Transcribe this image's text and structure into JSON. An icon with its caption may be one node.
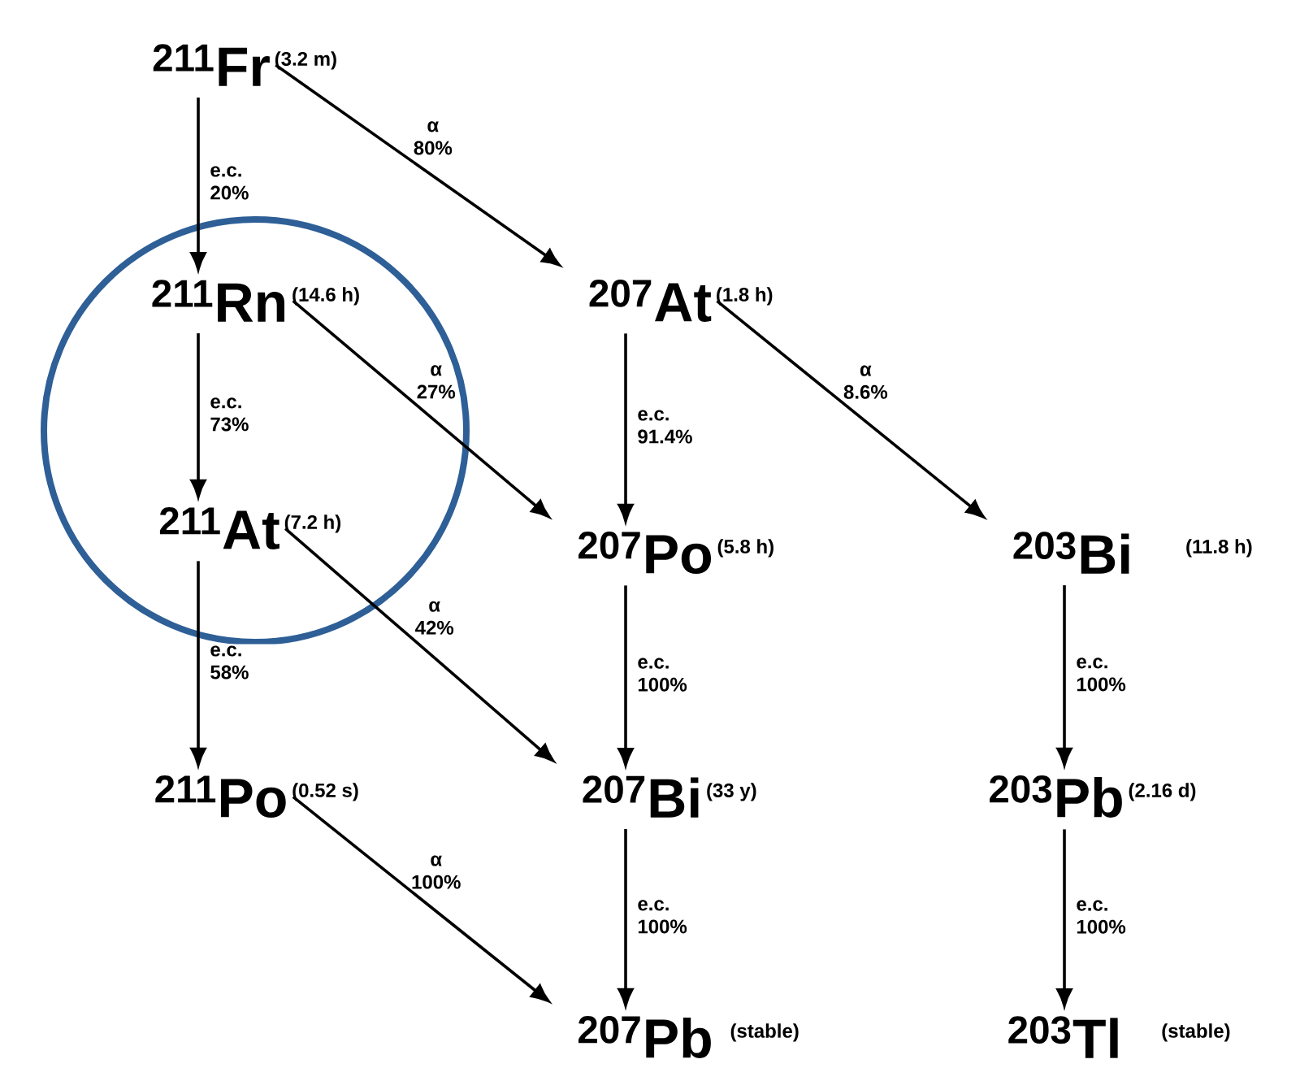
{
  "diagram": {
    "nodes": [
      {
        "text": [
          "$^{211}$Fr"
        ],
        "beside": [
          "(3.2 m)"
        ]
      },
      {
        "text": [
          "$^{211}$Rn"
        ],
        "beside": [
          "(14.6 h)"
        ]
      },
      {
        "text": [
          "$^{207}$At"
        ],
        "beside": [
          "(1.8 h)"
        ]
      },
      {
        "text": [
          "$^{211}$At"
        ],
        "beside": [
          "(7.2 h)"
        ]
      },
      {
        "text": [
          "$^{207}$Po"
        ],
        "beside": [
          "(5.8 h)"
        ]
      },
      {
        "text": [
          "$^{203}$Bi"
        ],
        "beside": [
          "(11.8 h)"
        ]
      },
      {
        "text": [
          "$^{211}$Po"
        ],
        "beside": [
          "(0.52 s)"
        ]
      },
      {
        "text": [
          "$^{207}$Bi"
        ],
        "beside": [
          "(33 y)"
        ]
      },
      {
        "text": [
          "$^{203}$Pb"
        ],
        "beside": [
          "(2.16 d)"
        ]
      },
      {
        "text": [
          "$^{207}$Pb"
        ],
        "beside": [
          "(stable)"
        ]
      },
      {
        "text": [
          "$^{203}$Tl"
        ],
        "beside": [
          "(stable)"
        ]
      }
    ],
    "edges": [
      {
        "from": 0,
        "to": 1,
        "arrow": "to",
        "label": "e.c. 20%"
      },
      {
        "from": 0,
        "to": 2,
        "arrow": "to",
        "label": "α 80%"
      },
      {
        "from": 1,
        "to": 3,
        "arrow": "to",
        "label": "e.c. 73%"
      },
      {
        "from": 1,
        "to": 4,
        "arrow": "to",
        "label": "α 27%"
      },
      {
        "from": 2,
        "to": 4,
        "arrow": "to",
        "label": "e.c. 91.4%"
      },
      {
        "from": 2,
        "to": 5,
        "arrow": "to",
        "label": "α 8.6%"
      },
      {
        "from": 3,
        "to": 6,
        "arrow": "to",
        "label": "e.c. 58%"
      },
      {
        "from": 3,
        "to": 7,
        "arrow": "to",
        "label": "α 42%"
      },
      {
        "from": 4,
        "to": 7,
        "arrow": "to",
        "label": "e.c. 100%"
      },
      {
        "from": 5,
        "to": 8,
        "arrow": "to",
        "label": "e.c. 100%"
      },
      {
        "from": 6,
        "to": 9,
        "arrow": "to",
        "label": "α 100%"
      },
      {
        "from": 7,
        "to": 9,
        "arrow": "to",
        "label": "e.c. 100%"
      },
      {
        "from": 8,
        "to": 10,
        "arrow": "to",
        "label": "e.c. 100%"
      }
    ]
  }
}
